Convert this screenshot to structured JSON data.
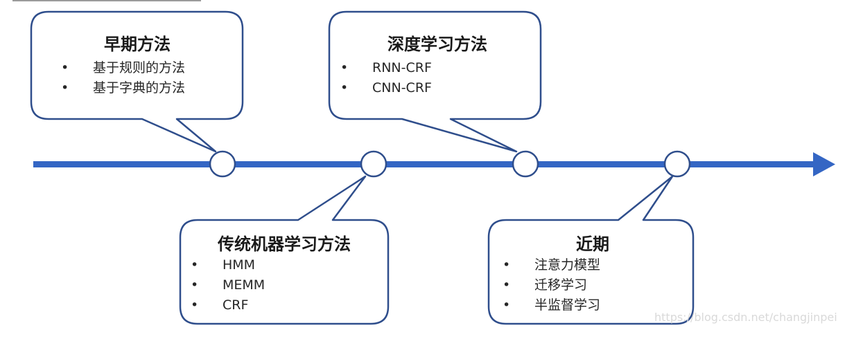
{
  "colors": {
    "timeline": "#3466C4",
    "box_border": "#2F4E8C",
    "box_fill": "#FFFFFF",
    "text": "#262626",
    "watermark": "#D9D9D9"
  },
  "boxes": [
    {
      "key": "early",
      "title": "早期方法",
      "items": [
        "基于规则的方法",
        "基于字典的方法"
      ]
    },
    {
      "key": "deep",
      "title": "深度学习方法",
      "items": [
        "RNN-CRF",
        "CNN-CRF"
      ]
    },
    {
      "key": "traditional",
      "title": "传统机器学习方法",
      "items": [
        "HMM",
        "MEMM",
        "CRF"
      ]
    },
    {
      "key": "recent",
      "title": "近期",
      "items": [
        "注意力模型",
        "迁移学习",
        "半监督学习"
      ]
    }
  ],
  "watermark": "https://blog.csdn.net/changjinpei"
}
